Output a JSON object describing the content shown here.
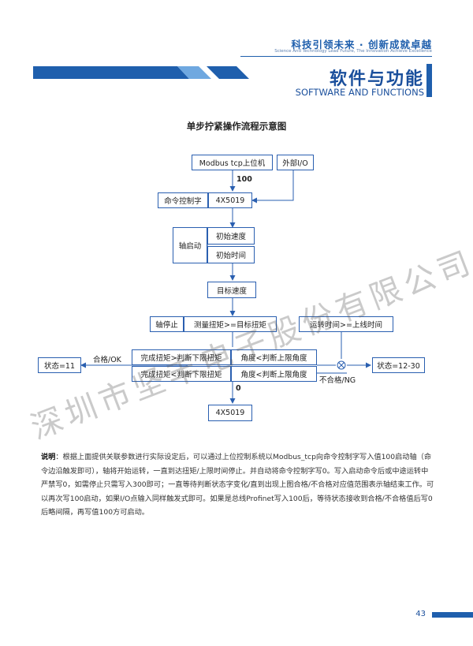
{
  "header": {
    "slogan_cn": "科技引领未来 · 创新成就卓越",
    "slogan_en": "Science And Technology Lead Future, The Innovation Achieve Excellence",
    "title_cn": "软件与功能",
    "title_en": "SOFTWARE AND FUNCTIONS"
  },
  "diagram": {
    "title": "单步拧紧操作流程示意图",
    "modbus": "Modbus tcp上位机",
    "external_io": "外部I/O",
    "val_100": "100",
    "cmd_word": "命令控制字",
    "reg_4x5019_top": "4X5019",
    "axis_start": "轴启动",
    "init_speed": "初始速度",
    "init_time": "初始时间",
    "target_speed": "目标速度",
    "axis_stop": "轴停止",
    "measure_torque": "测量扭矩>=目标扭矩",
    "runtime": "运转时间>=上线时间",
    "done_upper": "完成扭矩>判断下限扭矩",
    "angle_upper": "角度<判断上限角度",
    "done_lower": "完成扭矩<判断下限扭矩",
    "angle_lower": "角度<判断上限角度",
    "ok_label": "合格/OK",
    "ng_label": "不合格/NG",
    "state_ok": "状态=11",
    "state_ng": "状态=12-30",
    "val_0": "0",
    "reg_4x5019_bottom": "4X5019"
  },
  "note": {
    "lead": "说明",
    "text": "：根据上面提供关联参数进行实际设定后，可以通过上位控制系统以Modbus_tcp向命令控制字写入值100启动轴（命令边沿触发即可），轴将开始运转，一直到达扭矩/上限时间停止。并自动将命令控制字写0。写入启动命令后或中途运转中严禁写0，如需停止只需写入300即可；一直等待判断状态字变化/直到出现上图合格/不合格对应值范围表示轴结束工作。可以再次写100启动，如果I/O点输入同样触发式即可。如果是总线Profinet写入100后，等待状态接收到合格/不合格值后写0后略间隔，再写值100方可启动。"
  },
  "watermark": "深圳市坚丰电子股份有限公司",
  "page_number": "43",
  "colors": {
    "brand_blue": "#1f5fad",
    "light_blue": "#6fa8e0"
  }
}
